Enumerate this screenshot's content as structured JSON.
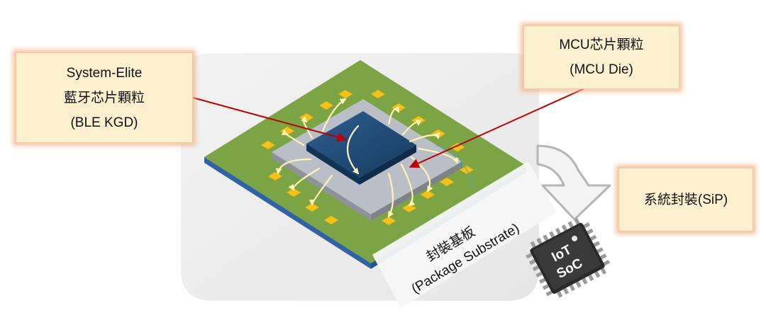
{
  "callouts": {
    "ble": {
      "line1": "System-Elite",
      "line2": "藍牙芯片顆粒",
      "line3": "(BLE KGD)"
    },
    "mcu": {
      "line1": "MCU芯片顆粒",
      "line2": "(MCU Die)"
    },
    "sip": {
      "text": "系統封裝(SiP)"
    }
  },
  "substrate_label": {
    "line1": "封裝基板",
    "line2": "(Package Substrate)"
  },
  "chip_label": {
    "line1": "IoT",
    "line2": "SoC"
  },
  "colors": {
    "substrate_green": "#7ba544",
    "substrate_side": "#2f62a8",
    "mcu_die": "#b9bec7",
    "ble_die": "#1f4e79",
    "pad": "#f5c21a",
    "wire": "#fff3b8",
    "arrow": "#c00000",
    "callout_fill": "#fdf0cf",
    "callout_glow": "#f7b082"
  }
}
